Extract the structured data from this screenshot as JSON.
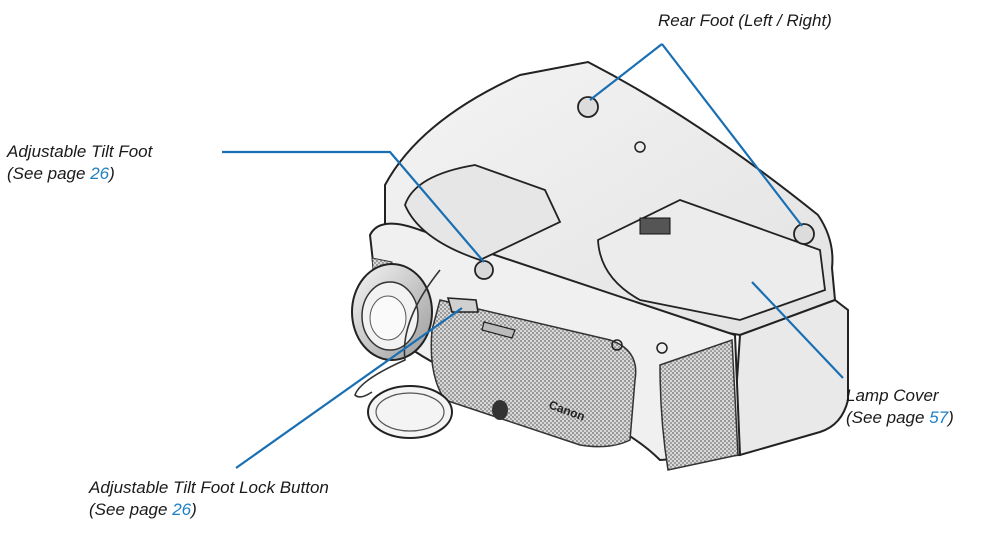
{
  "callouts": {
    "rear_foot": {
      "line1": "Rear Foot (Left / Right)"
    },
    "tilt_foot": {
      "line1": "Adjustable Tilt Foot",
      "see_prefix": "(See page ",
      "page": "26",
      "see_suffix": ")"
    },
    "lamp_cover": {
      "line1": "Lamp Cover",
      "see_prefix": "(See page ",
      "page": "57",
      "see_suffix": ")"
    },
    "lock_button": {
      "line1": "Adjustable Tilt Foot Lock Button",
      "see_prefix": "(See page ",
      "page": "26",
      "see_suffix": ")"
    }
  },
  "brand_mark": "Canon",
  "colors": {
    "callout_line": "#1a6fb3",
    "page_link": "#1f7fc4",
    "text": "#1a1a1a"
  }
}
